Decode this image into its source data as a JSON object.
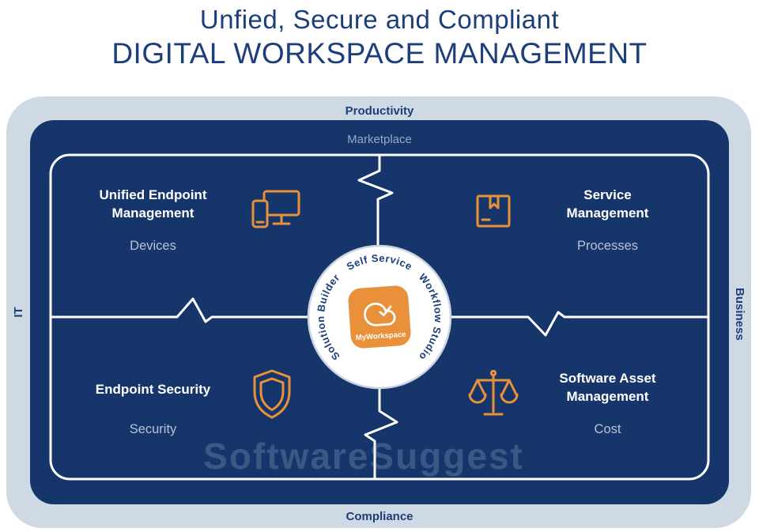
{
  "title": {
    "line1": "Unfied, Secure and Compliant",
    "line2": "DIGITAL WORKSPACE MANAGEMENT"
  },
  "frame": {
    "top": "Productivity",
    "bottom": "Compliance",
    "left": "IT",
    "right": "Business",
    "inner_top_label": "Marketplace"
  },
  "quadrants": [
    {
      "title": "Unified Endpoint Management",
      "subtitle": "Devices",
      "icon": "devices-icon"
    },
    {
      "title": "Service Management",
      "subtitle": "Processes",
      "icon": "package-icon"
    },
    {
      "title": "Endpoint Security",
      "subtitle": "Security",
      "icon": "shield-icon"
    },
    {
      "title": "Software Asset Management",
      "subtitle": "Cost",
      "icon": "scales-icon"
    }
  ],
  "hub": {
    "label_top": "Self Service",
    "label_right": "Workflow Studio",
    "label_left": "Solution Builder",
    "product_name": "MyWorkspace"
  },
  "watermark": "SoftwareSuggest",
  "colors": {
    "navy": "#16366B",
    "band": "#CFD9E3",
    "orange": "#E8913A",
    "muted_text": "#B6C2D2",
    "title_navy": "#1C3E7B",
    "white": "#FFFFFF"
  }
}
